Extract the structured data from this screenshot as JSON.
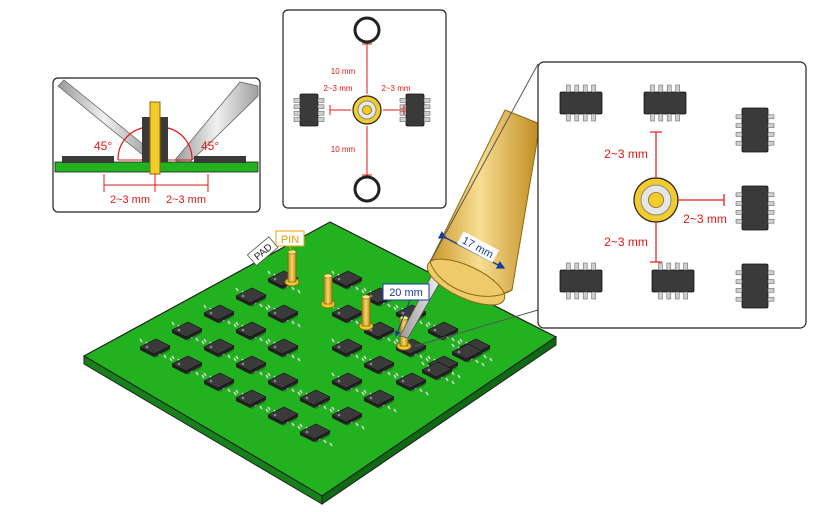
{
  "left_panel": {
    "angle_left": "45°",
    "angle_right": "45°",
    "dist_left": "2~3 mm",
    "dist_right": "2~3 mm"
  },
  "top_panel": {
    "dist_top": "10 mm",
    "dist_bottom": "10 mm",
    "dist_left": "2~3 mm",
    "dist_right": "2~3 mm"
  },
  "right_panel": {
    "dist_top": "2~3 mm",
    "dist_right": "2~3 mm",
    "dist_bottom": "2~3 mm"
  },
  "board": {
    "pin_label": "PIN",
    "pad_label": "PAD",
    "tip_diameter": "17 mm",
    "nozzle_length": "20 mm"
  },
  "colors": {
    "pcb_green": "#22b11f",
    "pcb_dark": "#16801a",
    "pin_gold": "#f2cc2c",
    "chip_dark": "#3a3a3a",
    "dim_red": "#e01818",
    "dim_blue": "#1a3a9a",
    "pin_label_color": "#e8a000"
  }
}
